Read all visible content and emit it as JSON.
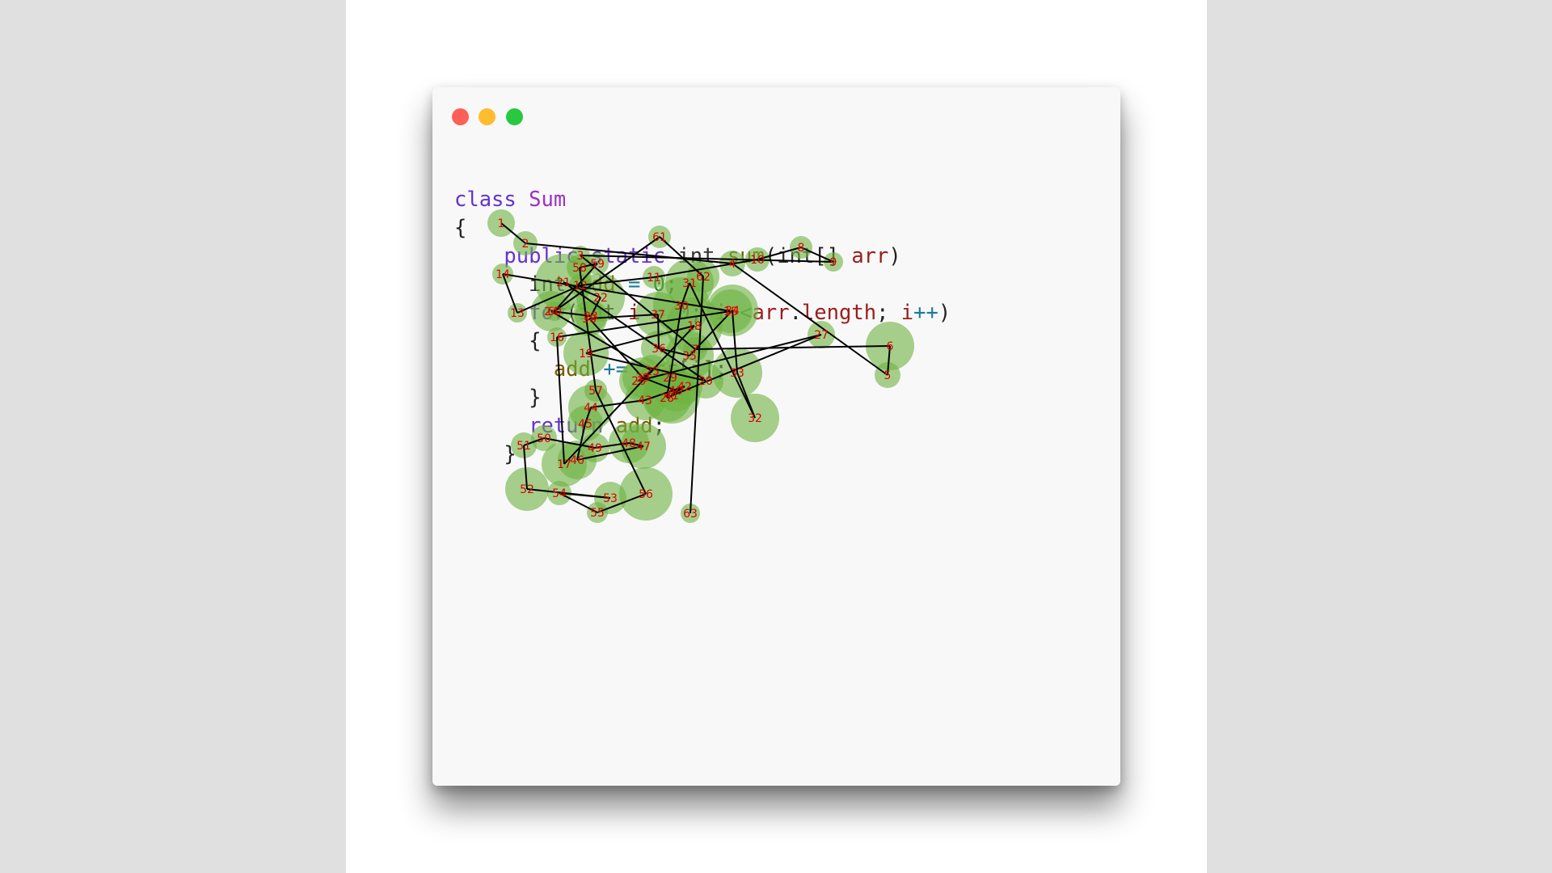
{
  "colors": {
    "accent_fill": "#6db33f",
    "edge": "#000000",
    "node_label": "#dd0000"
  },
  "window": {
    "controls": [
      "close-icon",
      "minimize-icon",
      "maximize-icon"
    ]
  },
  "code": {
    "lines": [
      [
        {
          "t": "class ",
          "c": "kw"
        },
        {
          "t": "Sum",
          "c": "cls"
        }
      ],
      [
        {
          "t": "{",
          "c": ""
        }
      ],
      [
        {
          "t": "    public ",
          "c": "kw"
        },
        {
          "t": "static ",
          "c": "kw"
        },
        {
          "t": "int ",
          "c": "typ"
        },
        {
          "t": "sum",
          "c": "fn"
        },
        {
          "t": "(",
          "c": ""
        },
        {
          "t": "int",
          "c": "typ"
        },
        {
          "t": "[] ",
          "c": ""
        },
        {
          "t": "arr",
          "c": "var"
        },
        {
          "t": ")",
          "c": ""
        }
      ],
      [
        {
          "t": "      int ",
          "c": "typ"
        },
        {
          "t": "add",
          "c": "fn"
        },
        {
          "t": " = ",
          "c": "op"
        },
        {
          "t": "0",
          "c": "num"
        },
        {
          "t": ";",
          "c": ""
        }
      ],
      [
        {
          "t": "      for",
          "c": "kw"
        },
        {
          "t": "(",
          "c": ""
        },
        {
          "t": "int ",
          "c": "typ"
        },
        {
          "t": "i",
          "c": "var"
        },
        {
          "t": " = ",
          "c": "op"
        },
        {
          "t": "0",
          "c": "num"
        },
        {
          "t": "; ",
          "c": ""
        },
        {
          "t": "i",
          "c": "var"
        },
        {
          "t": " <",
          "c": "op"
        },
        {
          "t": "arr",
          "c": "var"
        },
        {
          "t": ".",
          "c": ""
        },
        {
          "t": "length",
          "c": "var"
        },
        {
          "t": "; ",
          "c": ""
        },
        {
          "t": "i",
          "c": "var"
        },
        {
          "t": "++",
          "c": "op"
        },
        {
          "t": ")",
          "c": ""
        }
      ],
      [
        {
          "t": "      {",
          "c": ""
        }
      ],
      [
        {
          "t": "        ",
          "c": ""
        },
        {
          "t": "add",
          "c": "fn"
        },
        {
          "t": " += ",
          "c": "op"
        },
        {
          "t": "arr",
          "c": "var"
        },
        {
          "t": "[",
          "c": ""
        },
        {
          "t": "i",
          "c": "var"
        },
        {
          "t": "];",
          "c": ""
        }
      ],
      [
        {
          "t": "      }",
          "c": ""
        }
      ],
      [
        {
          "t": "      return ",
          "c": "kw"
        },
        {
          "t": "add",
          "c": "fn"
        },
        {
          "t": ";",
          "c": ""
        }
      ],
      [
        {
          "t": "    }",
          "c": ""
        }
      ]
    ]
  },
  "gaze_nodes": [
    {
      "label": "1"
    },
    {
      "label": "2"
    },
    {
      "label": "3"
    },
    {
      "label": "4"
    },
    {
      "label": "5"
    },
    {
      "label": "6"
    },
    {
      "label": "7"
    },
    {
      "label": "8"
    },
    {
      "label": "9"
    },
    {
      "label": "10"
    },
    {
      "label": "11"
    },
    {
      "label": "12"
    },
    {
      "label": "13"
    },
    {
      "label": "14"
    },
    {
      "label": "15"
    },
    {
      "label": "16"
    },
    {
      "label": "17"
    },
    {
      "label": "18"
    },
    {
      "label": "19"
    },
    {
      "label": "20"
    },
    {
      "label": "21"
    },
    {
      "label": "22"
    },
    {
      "label": "23"
    },
    {
      "label": "24"
    },
    {
      "label": "25"
    },
    {
      "label": "26"
    },
    {
      "label": "27"
    },
    {
      "label": "28"
    },
    {
      "label": "29"
    },
    {
      "label": "30"
    },
    {
      "label": "31"
    },
    {
      "label": "32"
    },
    {
      "label": "33"
    },
    {
      "label": "34"
    },
    {
      "label": "35"
    },
    {
      "label": "36"
    },
    {
      "label": "37"
    },
    {
      "label": "38"
    },
    {
      "label": "39"
    },
    {
      "label": "40"
    },
    {
      "label": "41"
    },
    {
      "label": "42"
    },
    {
      "label": "43"
    },
    {
      "label": "44"
    },
    {
      "label": "45"
    },
    {
      "label": "46"
    },
    {
      "label": "47"
    },
    {
      "label": "48"
    },
    {
      "label": "49"
    },
    {
      "label": "50"
    },
    {
      "label": "51"
    },
    {
      "label": "52"
    },
    {
      "label": "53"
    },
    {
      "label": "54"
    },
    {
      "label": "55"
    },
    {
      "label": "56"
    },
    {
      "label": "57"
    },
    {
      "label": "58"
    },
    {
      "label": "59"
    },
    {
      "label": "60"
    },
    {
      "label": "61"
    },
    {
      "label": "62"
    },
    {
      "label": "63"
    }
  ]
}
